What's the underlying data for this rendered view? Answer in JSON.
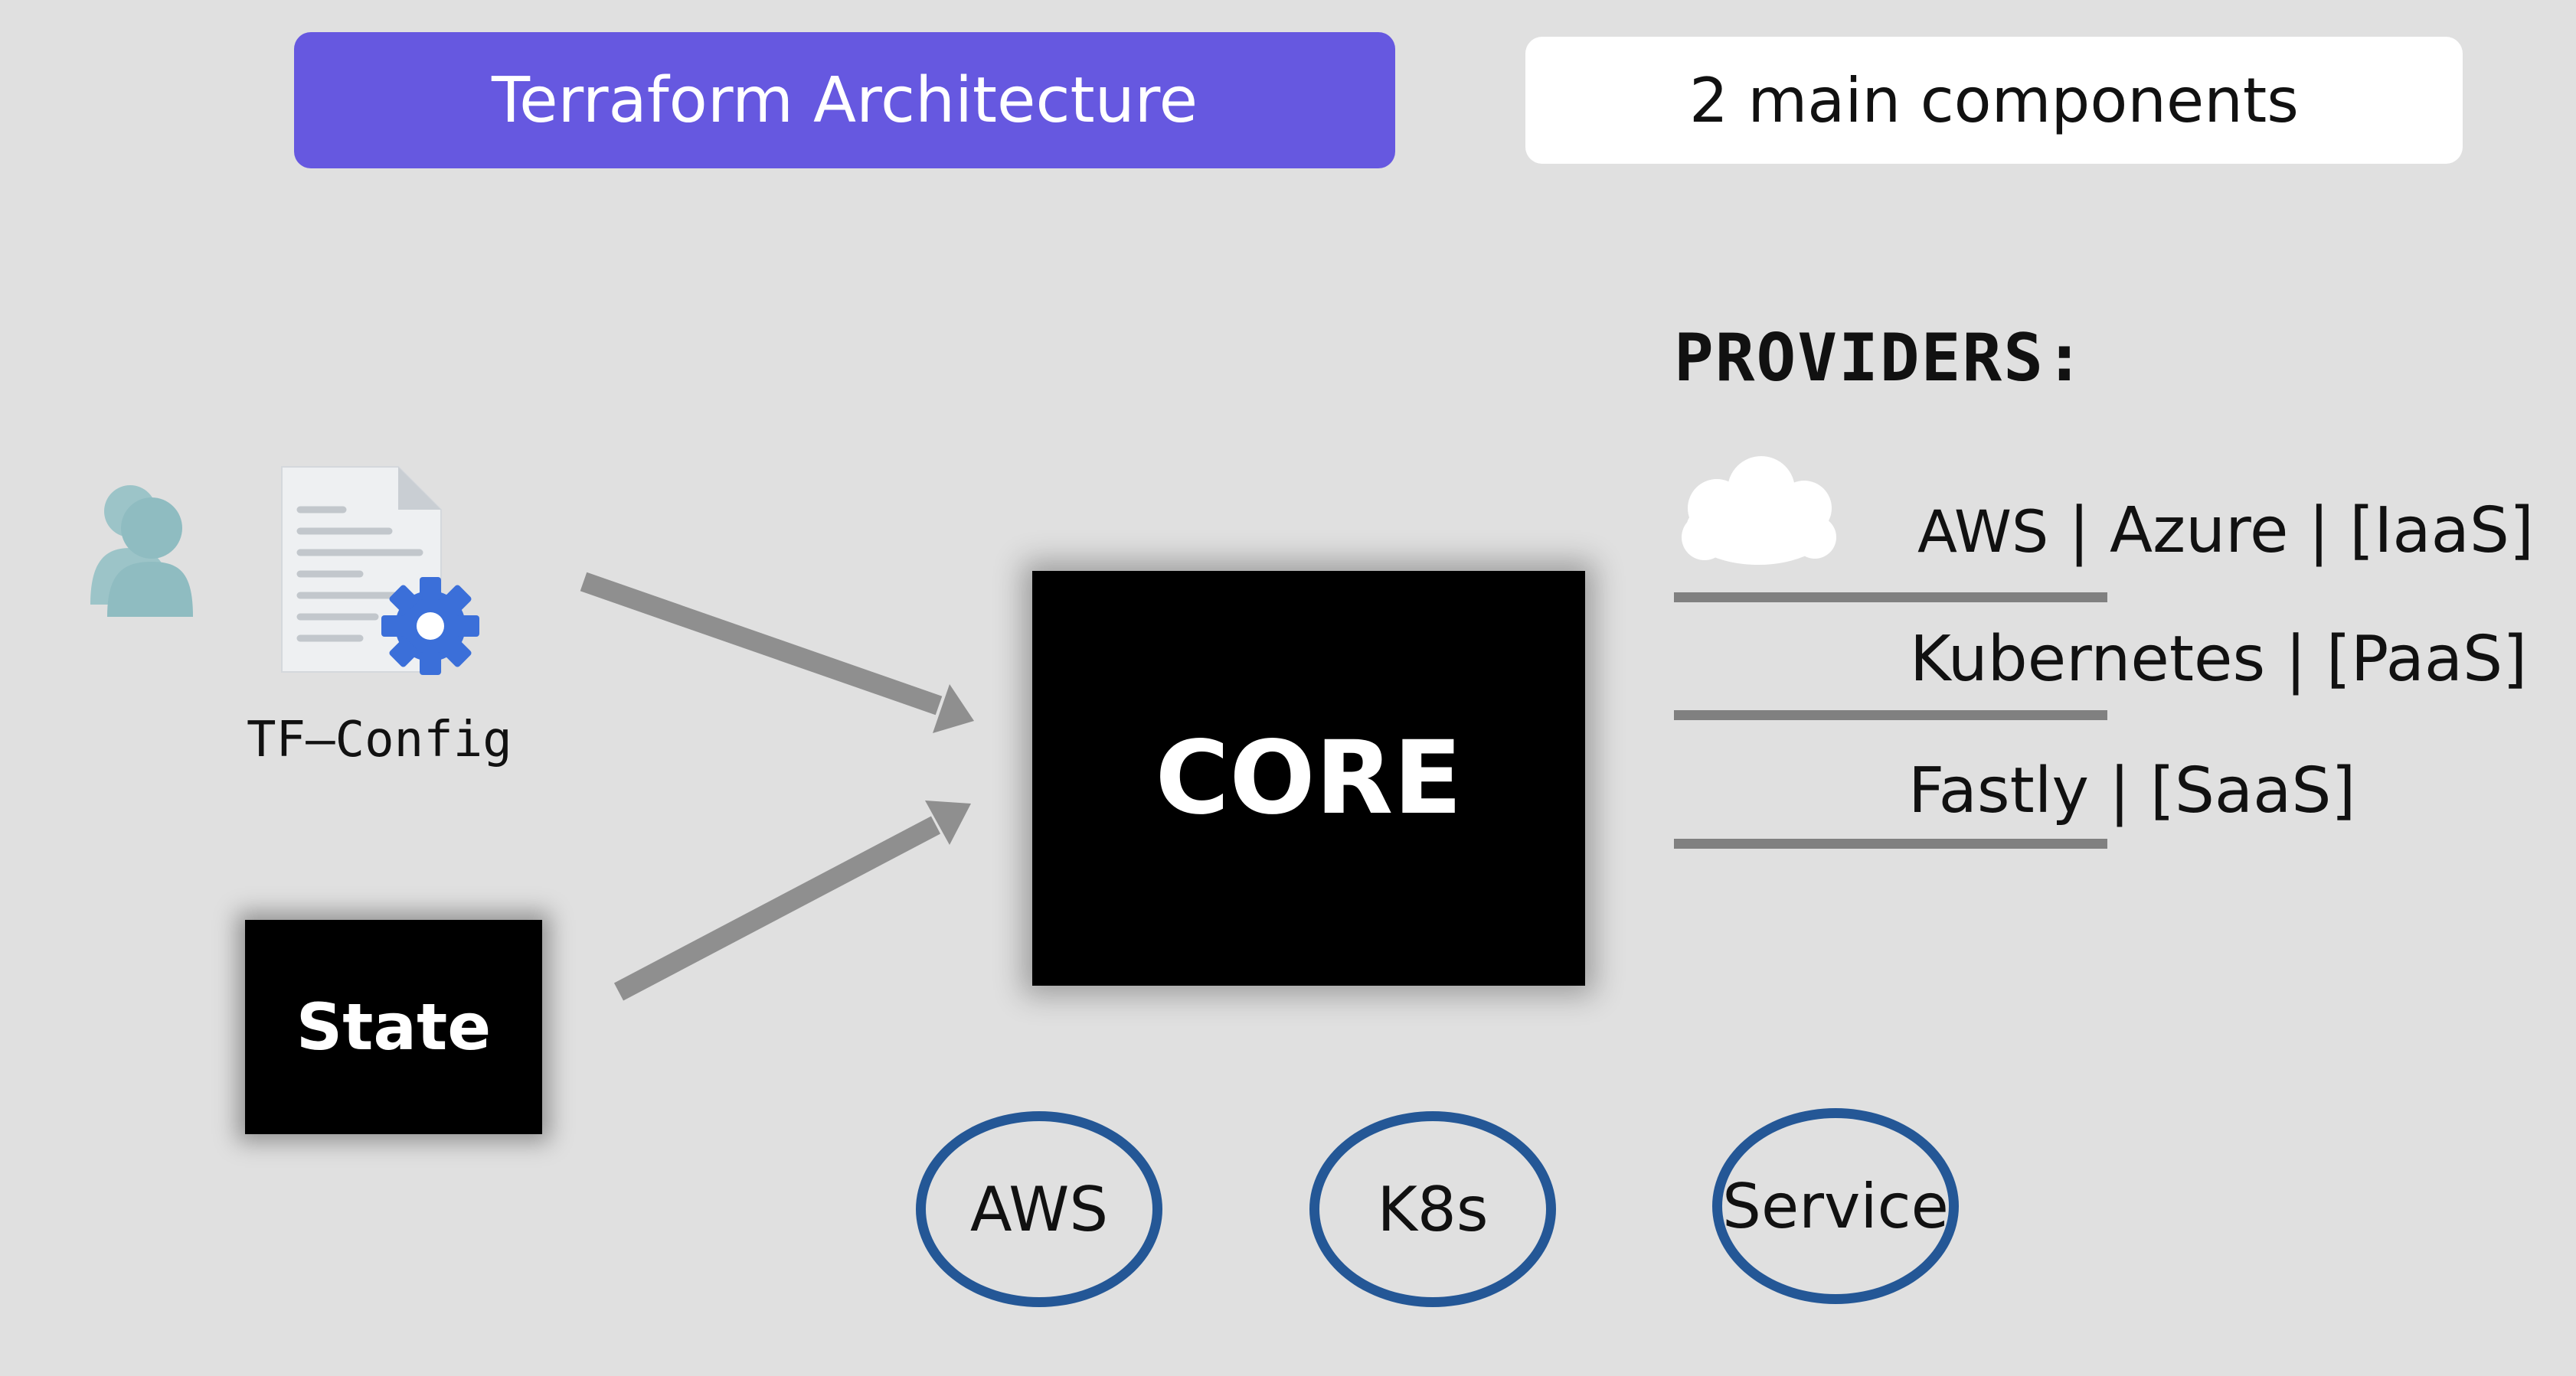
{
  "header": {
    "title": "Terraform Architecture",
    "subtitle": "2 main components"
  },
  "providers": {
    "heading": "PROVIDERS:",
    "items": [
      {
        "name": "AWS",
        "rest": "| Azure | [IaaS]"
      },
      {
        "text": "Kubernetes | [PaaS]"
      },
      {
        "text": "Fastly | [SaaS]"
      }
    ]
  },
  "inputs": {
    "config_label": "TF–Config",
    "state_label": "State"
  },
  "core": {
    "label": "CORE"
  },
  "targets": [
    "AWS",
    "K8s",
    "Service"
  ],
  "colors": {
    "background": "#e0e0e0",
    "title_banner": "#6658e0",
    "bubble_border": "#245796",
    "user_icon": "#9cc4c8",
    "gear_icon": "#3b6fd9",
    "arrow": "#8f8f8f"
  },
  "icons": [
    "users-icon",
    "config-document-icon",
    "gear-icon",
    "cloud-icon"
  ]
}
